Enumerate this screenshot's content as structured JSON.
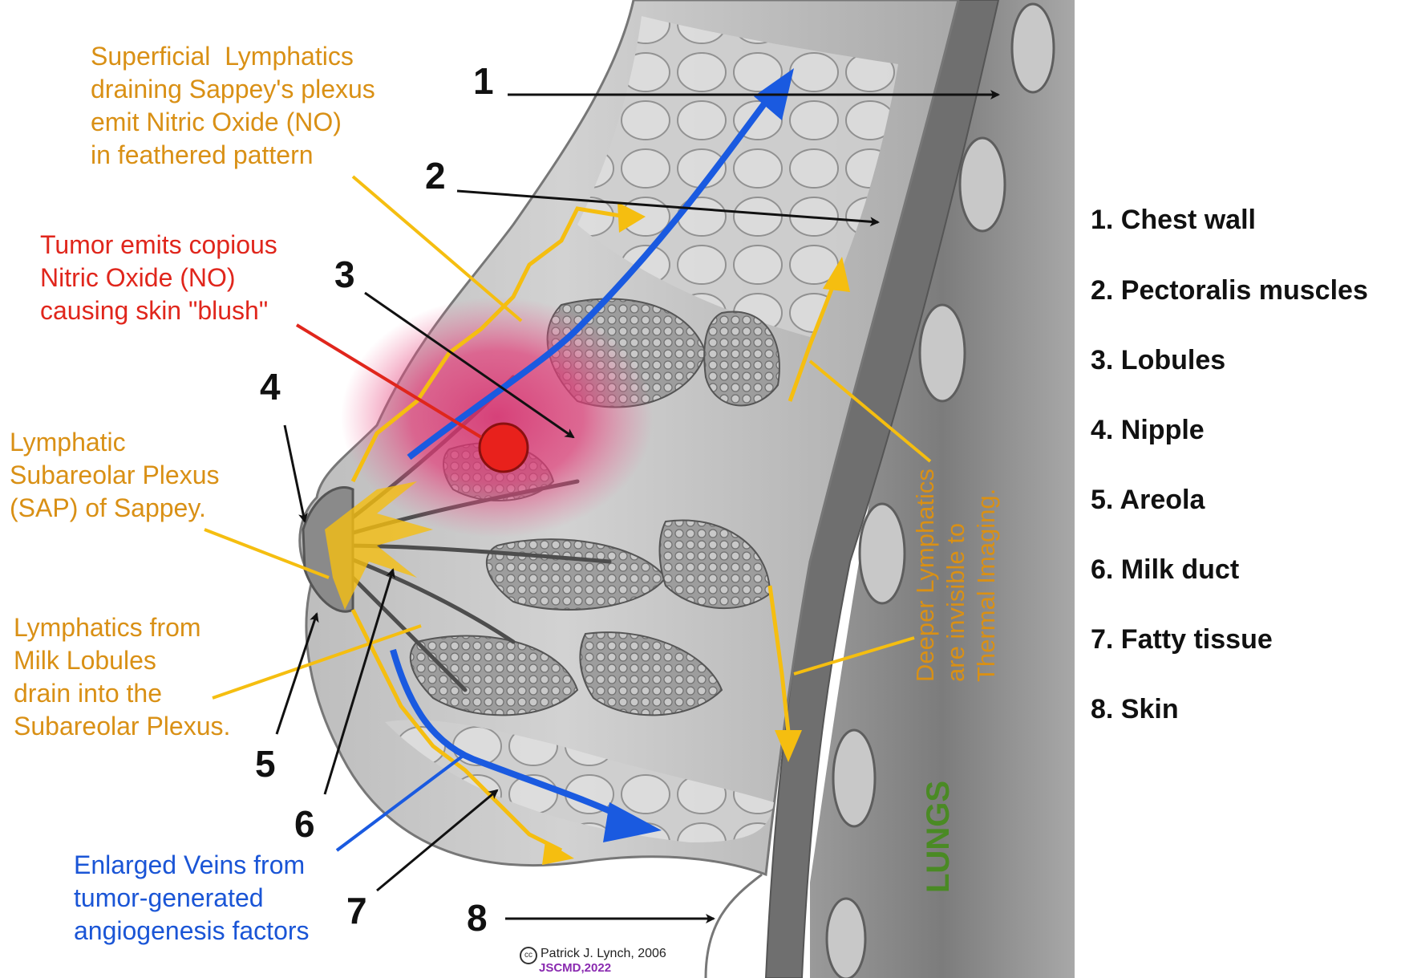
{
  "colors": {
    "orange_text": "#d99015",
    "red_text": "#e0261c",
    "blue_text": "#1a55d6",
    "lungs_text": "#4a8a24",
    "credit_purple": "#8a2ab0",
    "lymph_yellow": "#f5be10",
    "vein_blue": "#1a5ae0",
    "tumor_red": "#e8211c",
    "blush_pink": "#e23c78",
    "lungs_bg": "#e6e6e6"
  },
  "annotations": {
    "superficial": "Superficial  Lymphatics\ndraining Sappey's plexus\nemit Nitric Oxide (NO)\nin feathered pattern",
    "tumor": "Tumor emits copious\nNitric Oxide (NO)\ncausing skin \"blush\"",
    "sap": "Lymphatic\nSubareolar Plexus\n(SAP) of Sappey.",
    "lobules_drain": "Lymphatics from\nMilk Lobules\ndrain into the\nSubareolar Plexus.",
    "veins": "Enlarged Veins from\ntumor-generated\nangiogenesis factors",
    "deeper": "Deeper Lymphatics\nare invisible to\nThermal Imaging.",
    "lungs": "LUNGS"
  },
  "callout_numbers": [
    "1",
    "2",
    "3",
    "4",
    "5",
    "6",
    "7",
    "8"
  ],
  "legend": [
    "1. Chest wall",
    "2. Pectoralis muscles",
    "3. Lobules",
    "4. Nipple",
    "5. Areola",
    "6. Milk duct",
    "7. Fatty tissue",
    "8. Skin"
  ],
  "credit": {
    "author": "Patrick J. Lynch, 2006",
    "license_mark": "cc",
    "modifier": "JSCMD,2022"
  }
}
